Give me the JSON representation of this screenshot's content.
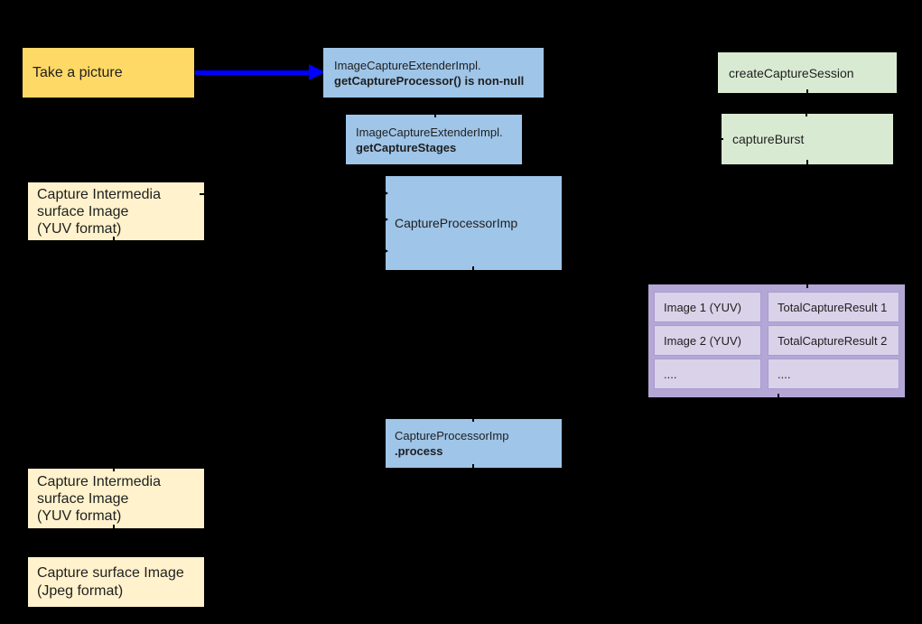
{
  "colors": {
    "background": "#000000",
    "yellow": "#ffd966",
    "cream": "#fff2cc",
    "blue": "#9fc5e8",
    "green": "#d9ead3",
    "purple_outer": "#b4a7d6",
    "purple_cell": "#d9d2e9",
    "arrow": "#0000ff",
    "text": "#1f1f1f"
  },
  "nodes": {
    "take_picture": {
      "label": "Take a picture"
    },
    "get_capture_processor": {
      "line1": "ImageCaptureExtenderImpl.",
      "line2": "getCaptureProcessor() is non-null"
    },
    "get_capture_stages": {
      "line1": "ImageCaptureExtenderImpl.",
      "line2": "getCaptureStages"
    },
    "create_capture_session": {
      "label": "createCaptureSession"
    },
    "capture_burst": {
      "label": "captureBurst"
    },
    "capture_intermedia_top": {
      "label": "Capture Intermedia\nsurface Image\n(YUV format)"
    },
    "capture_processor_imp": {
      "label": "CaptureProcessorImp"
    },
    "capture_processor_process": {
      "line1": "CaptureProcessorImp",
      "line2": ".process"
    },
    "capture_intermedia_bottom": {
      "label": "Capture Intermedia\nsurface Image\n(YUV format)"
    },
    "capture_surface_jpeg": {
      "label": "Capture surface Image\n(Jpeg format)"
    }
  },
  "results_table": {
    "cells": [
      "Image 1 (YUV)",
      "TotalCaptureResult 1",
      "Image 2 (YUV)",
      "TotalCaptureResult 2",
      "....",
      "...."
    ]
  }
}
